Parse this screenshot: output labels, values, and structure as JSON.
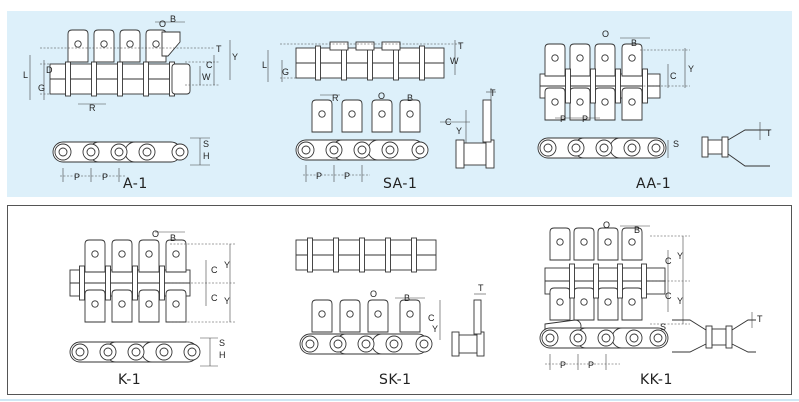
{
  "captions": {
    "a1": "A-1",
    "sa1": "SA-1",
    "aa1": "AA-1",
    "k1": "K-1",
    "sk1": "SK-1",
    "kk1": "KK-1"
  },
  "dims": {
    "o": "O",
    "b": "B",
    "t": "T",
    "y": "Y",
    "c": "C",
    "w": "W",
    "l": "L",
    "d": "D",
    "g": "G",
    "r": "R",
    "s": "S",
    "h": "H",
    "p": "P"
  },
  "colors": {
    "top_panel": "#ddf0fa",
    "line": "#333333"
  }
}
